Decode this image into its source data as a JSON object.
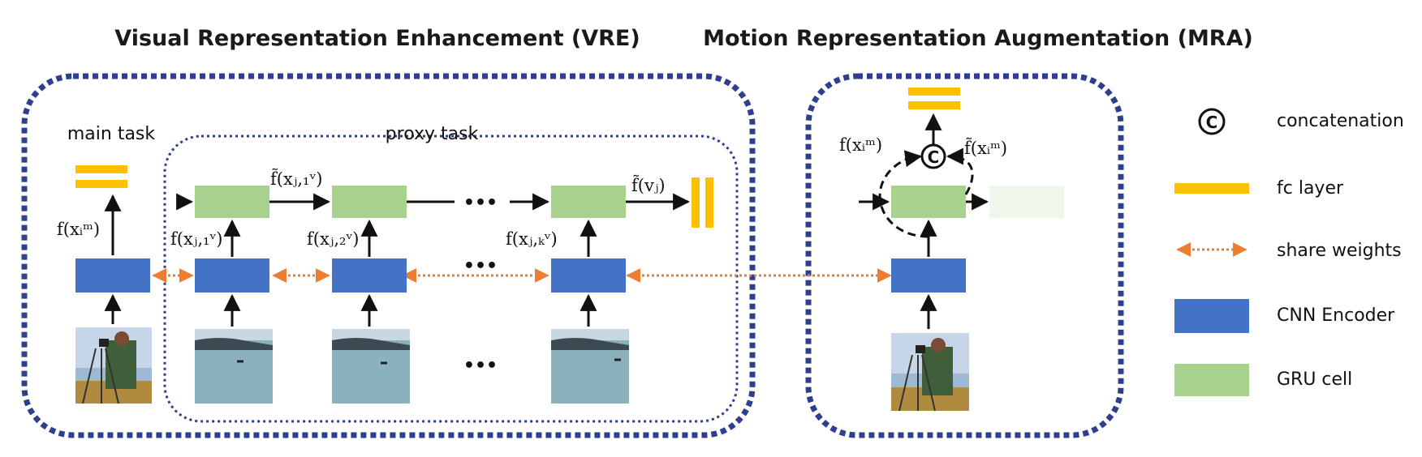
{
  "titles": {
    "vre": "Visual Representation Enhancement (VRE)",
    "mra": "Motion Representation Augmentation (MRA)"
  },
  "vre": {
    "main_task_label": "main task",
    "proxy_task_label": "proxy task",
    "main_feature": "f(xᵢᵐ)",
    "proxy_features": [
      "f(xⱼ,₁ᵛ)",
      "f(xⱼ,₂ᵛ)",
      "f(xⱼ,ₖᵛ)"
    ],
    "gru_outputs": [
      "f̃(xⱼ,₁ᵛ)",
      "f̃(vⱼ)"
    ],
    "ellipsis": "•••"
  },
  "mra": {
    "input_feature": "f(xᵢᵐ)",
    "gru_feature": "f̃(xᵢᵐ)",
    "concat_symbol": "C"
  },
  "legend": [
    {
      "key": "concatenation",
      "label": "concatenation"
    },
    {
      "key": "fc",
      "label": "fc layer"
    },
    {
      "key": "share",
      "label": "share weights"
    },
    {
      "key": "cnn",
      "label": "CNN Encoder"
    },
    {
      "key": "gru",
      "label": "GRU cell"
    }
  ],
  "colors": {
    "cnn": "#4472c4",
    "gru": "#a9d18e",
    "fc": "#ffc000",
    "share": "#ed7d31",
    "border": "#2f3e8f",
    "arrow": "#111111"
  }
}
